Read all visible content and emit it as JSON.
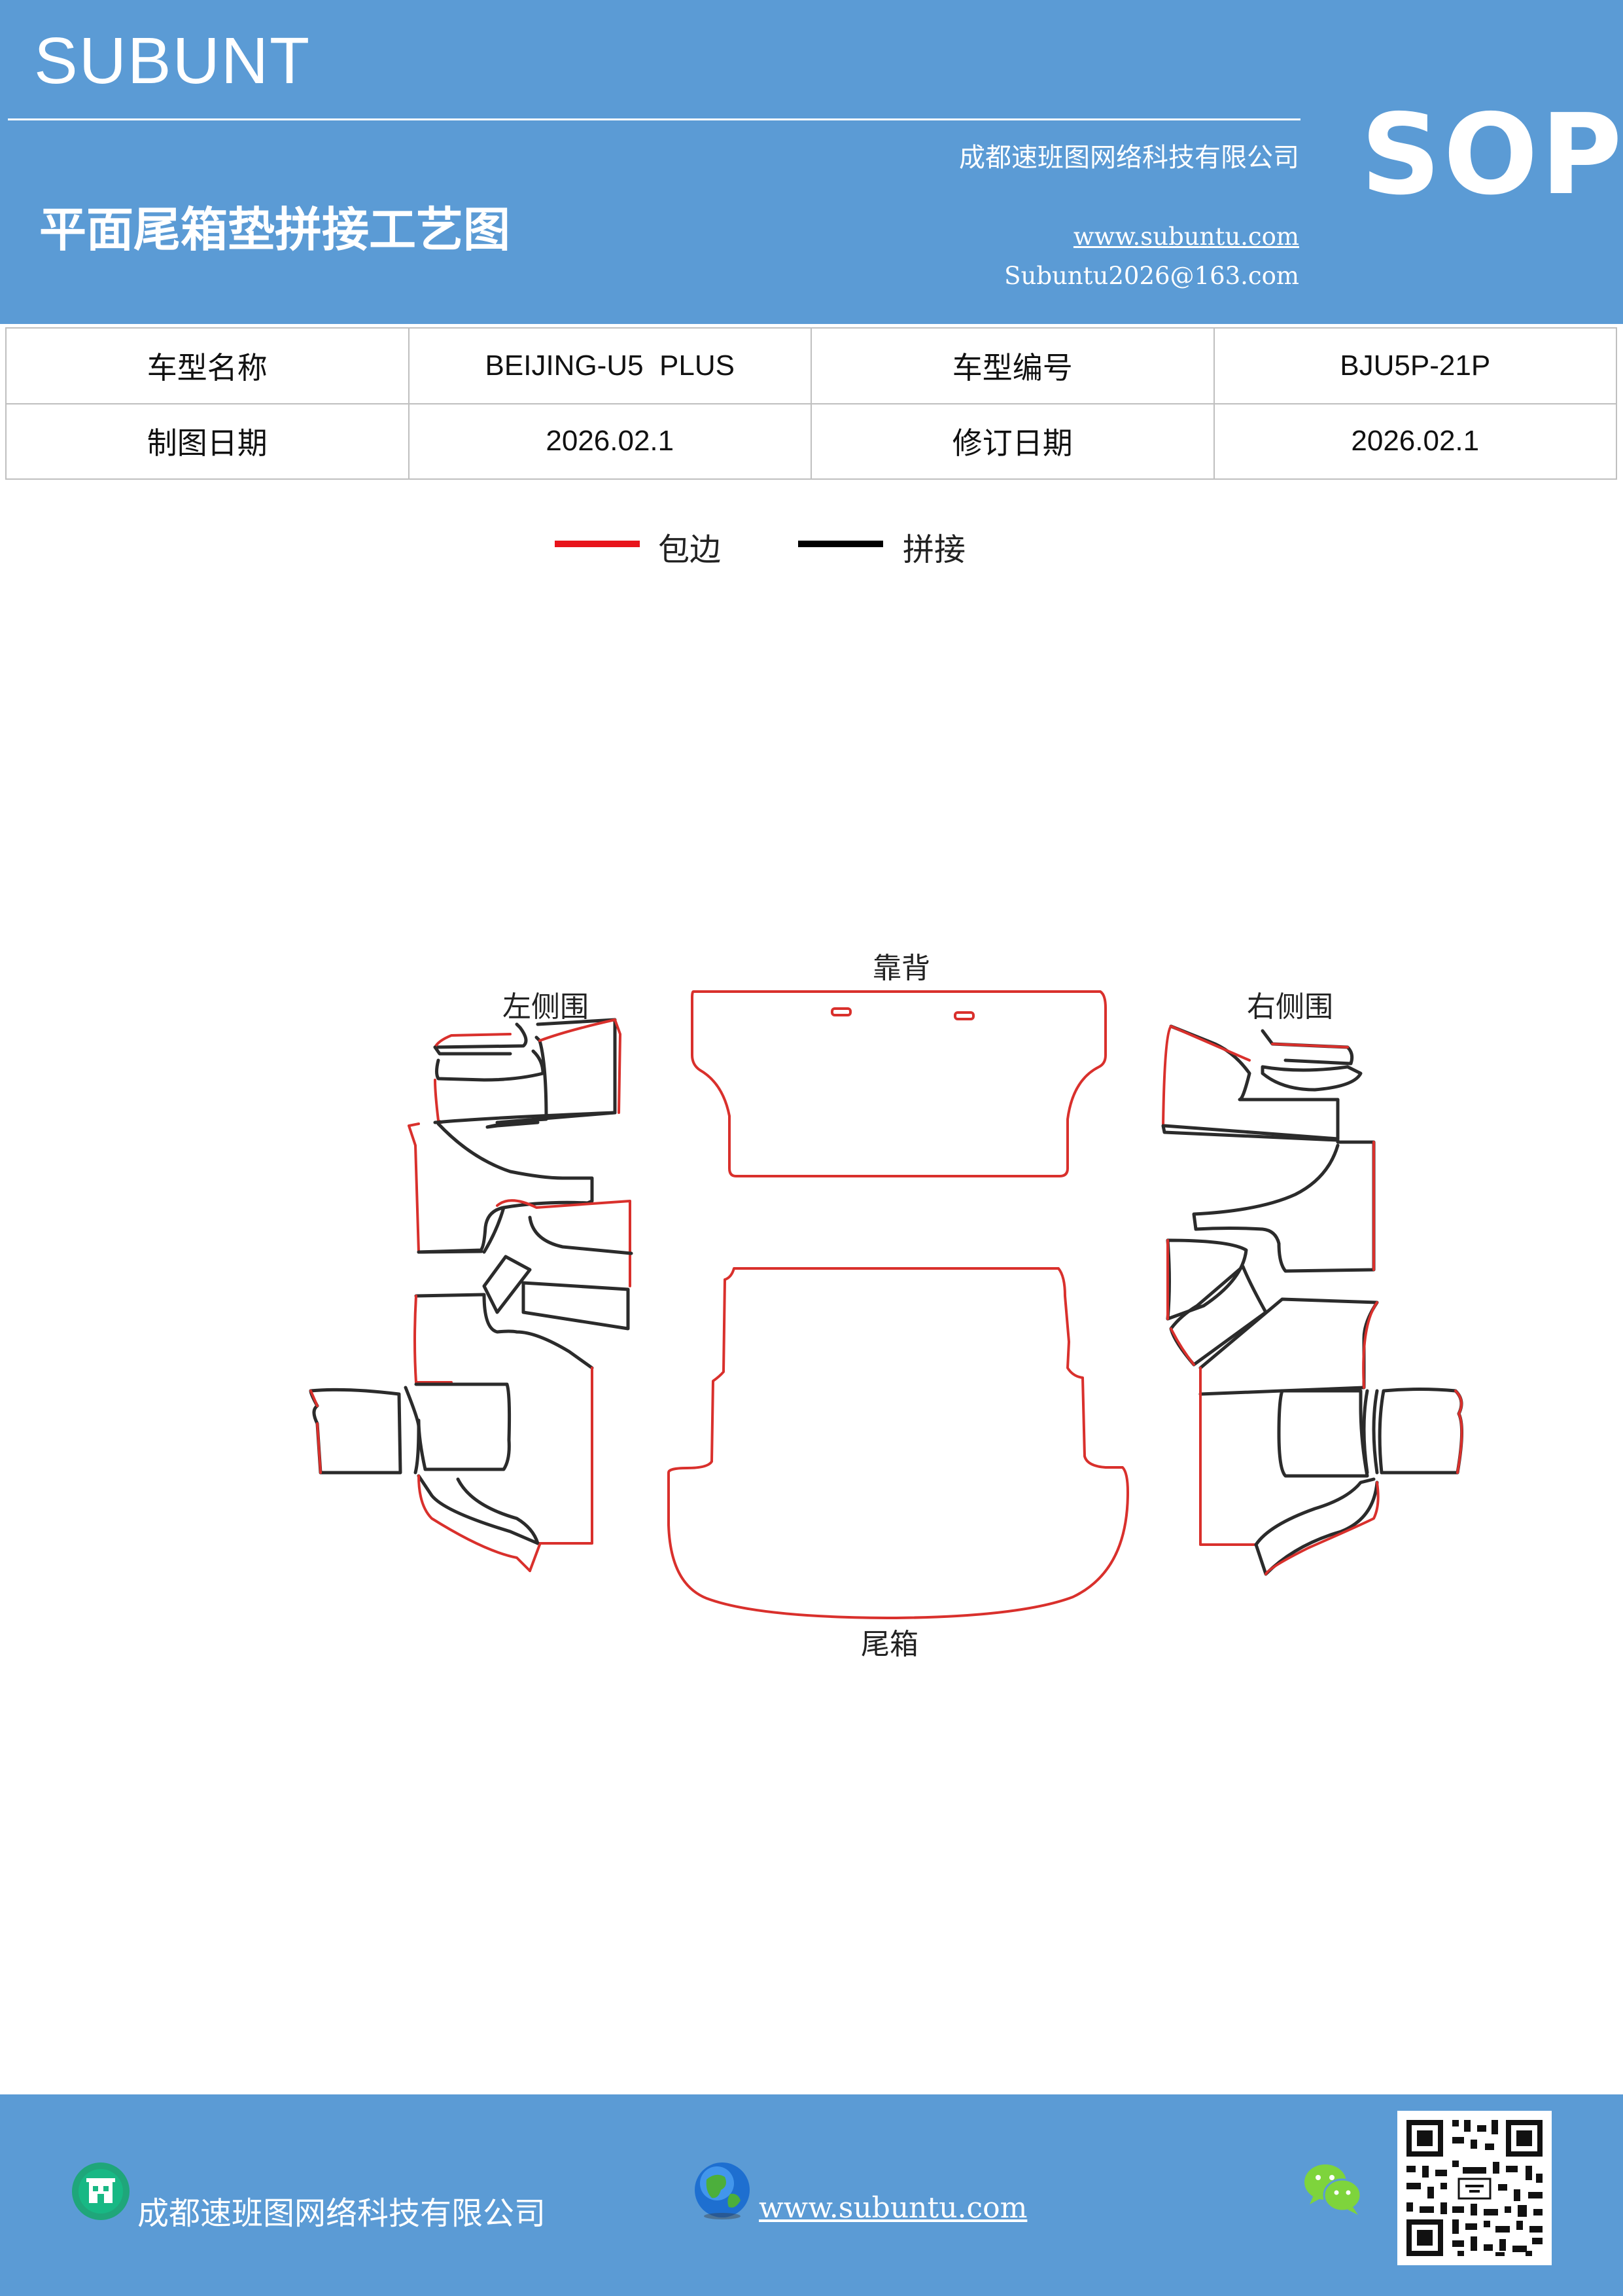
{
  "header": {
    "brand": "SUBUNT",
    "company": "成都速班图网络科技有限公司",
    "title": "平面尾箱垫拼接工艺图",
    "website": "www.subuntu.com",
    "email": "Subuntu2026@163.com",
    "badge": "SOP"
  },
  "info": {
    "model_name_label": "车型名称",
    "model_name": "BEIJING-U5  PLUS",
    "model_code_label": "车型编号",
    "model_code": "BJU5P-21P",
    "draw_date_label": "制图日期",
    "draw_date": "2026.02.1",
    "revise_date_label": "修订日期",
    "revise_date": "2026.02.1"
  },
  "legend": {
    "edge_label": "包边",
    "edge_color": "#e8141b",
    "seam_label": "拼接",
    "seam_color": "#000000"
  },
  "parts": {
    "left_side": "左侧围",
    "backrest": "靠背",
    "right_side": "右侧围",
    "trunk": "尾箱"
  },
  "colors": {
    "header_bg": "#5b9bd5",
    "outline_red": "#d9302c",
    "outline_black": "#2b2b2b"
  },
  "footer": {
    "company": "成都速班图网络科技有限公司",
    "website": "www.subuntu.com",
    "building_icon": "building-icon",
    "globe_icon": "globe-icon",
    "wechat_icon": "wechat-icon"
  }
}
